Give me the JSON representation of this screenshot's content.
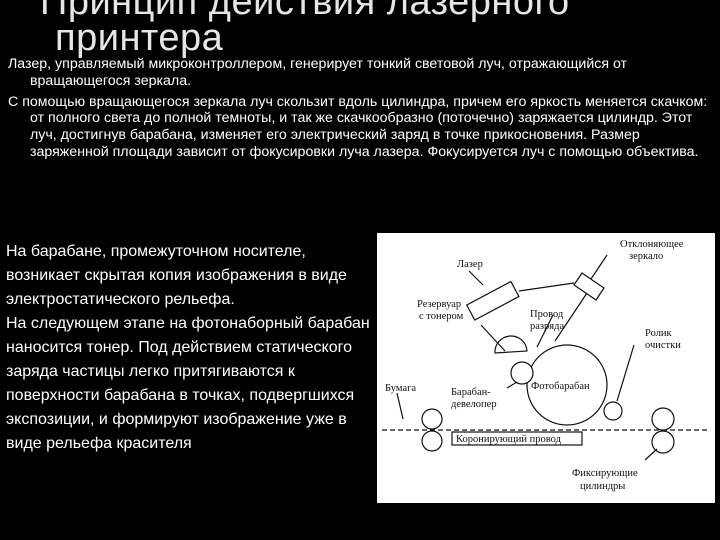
{
  "slide": {
    "title_line1": "Принцип действия лазерного",
    "title_line2": "принтера",
    "paragraph1": "Лазер, управляемый микроконтроллером, генерирует тонкий световой луч, отражающийся от вращающегося зеркала.",
    "paragraph2": "С помощью вращающегося зеркала луч скользит вдоль цилиндра, причем его яркость меняется скачком: от полного света до полной темноты, и так же скачкообразно (поточечно) заряжается цилиндр. Этот луч, достигнув барабана, изменяет его электрический заряд в точке прикосновения. Размер заряженной площади зависит от фокусировки луча лазера. Фокусируется луч с помощью объектива.",
    "left_p1": "На барабане, промежуточном носителе, возникает скрытая копия изображения в виде электростатического рельефа.",
    "left_p2": "На следующем этапе на фотонаборный барабан наносится тонер. Под действием статического заряда частицы легко притягиваются к поверхности барабана в точках, подвергшихся экспозиции, и формируют изображение уже в виде рельефа красителя"
  },
  "figure": {
    "mirror": "Отклоняющее",
    "mirror2": "зеркало",
    "laser": "Лазер",
    "wire1": "Провод",
    "wire2": "разряда",
    "reservoir1": "Резервуар",
    "reservoir2": "с тонером",
    "roller1": "Ролик",
    "roller2": "очистки",
    "paper": "Бумага",
    "drum": "Фотобарабан",
    "developer1": "Барабан-",
    "developer2": "девелопер",
    "corona": "Коронирующий провод",
    "fixing1": "Фиксирующие",
    "fixing2": "цилиндры"
  }
}
